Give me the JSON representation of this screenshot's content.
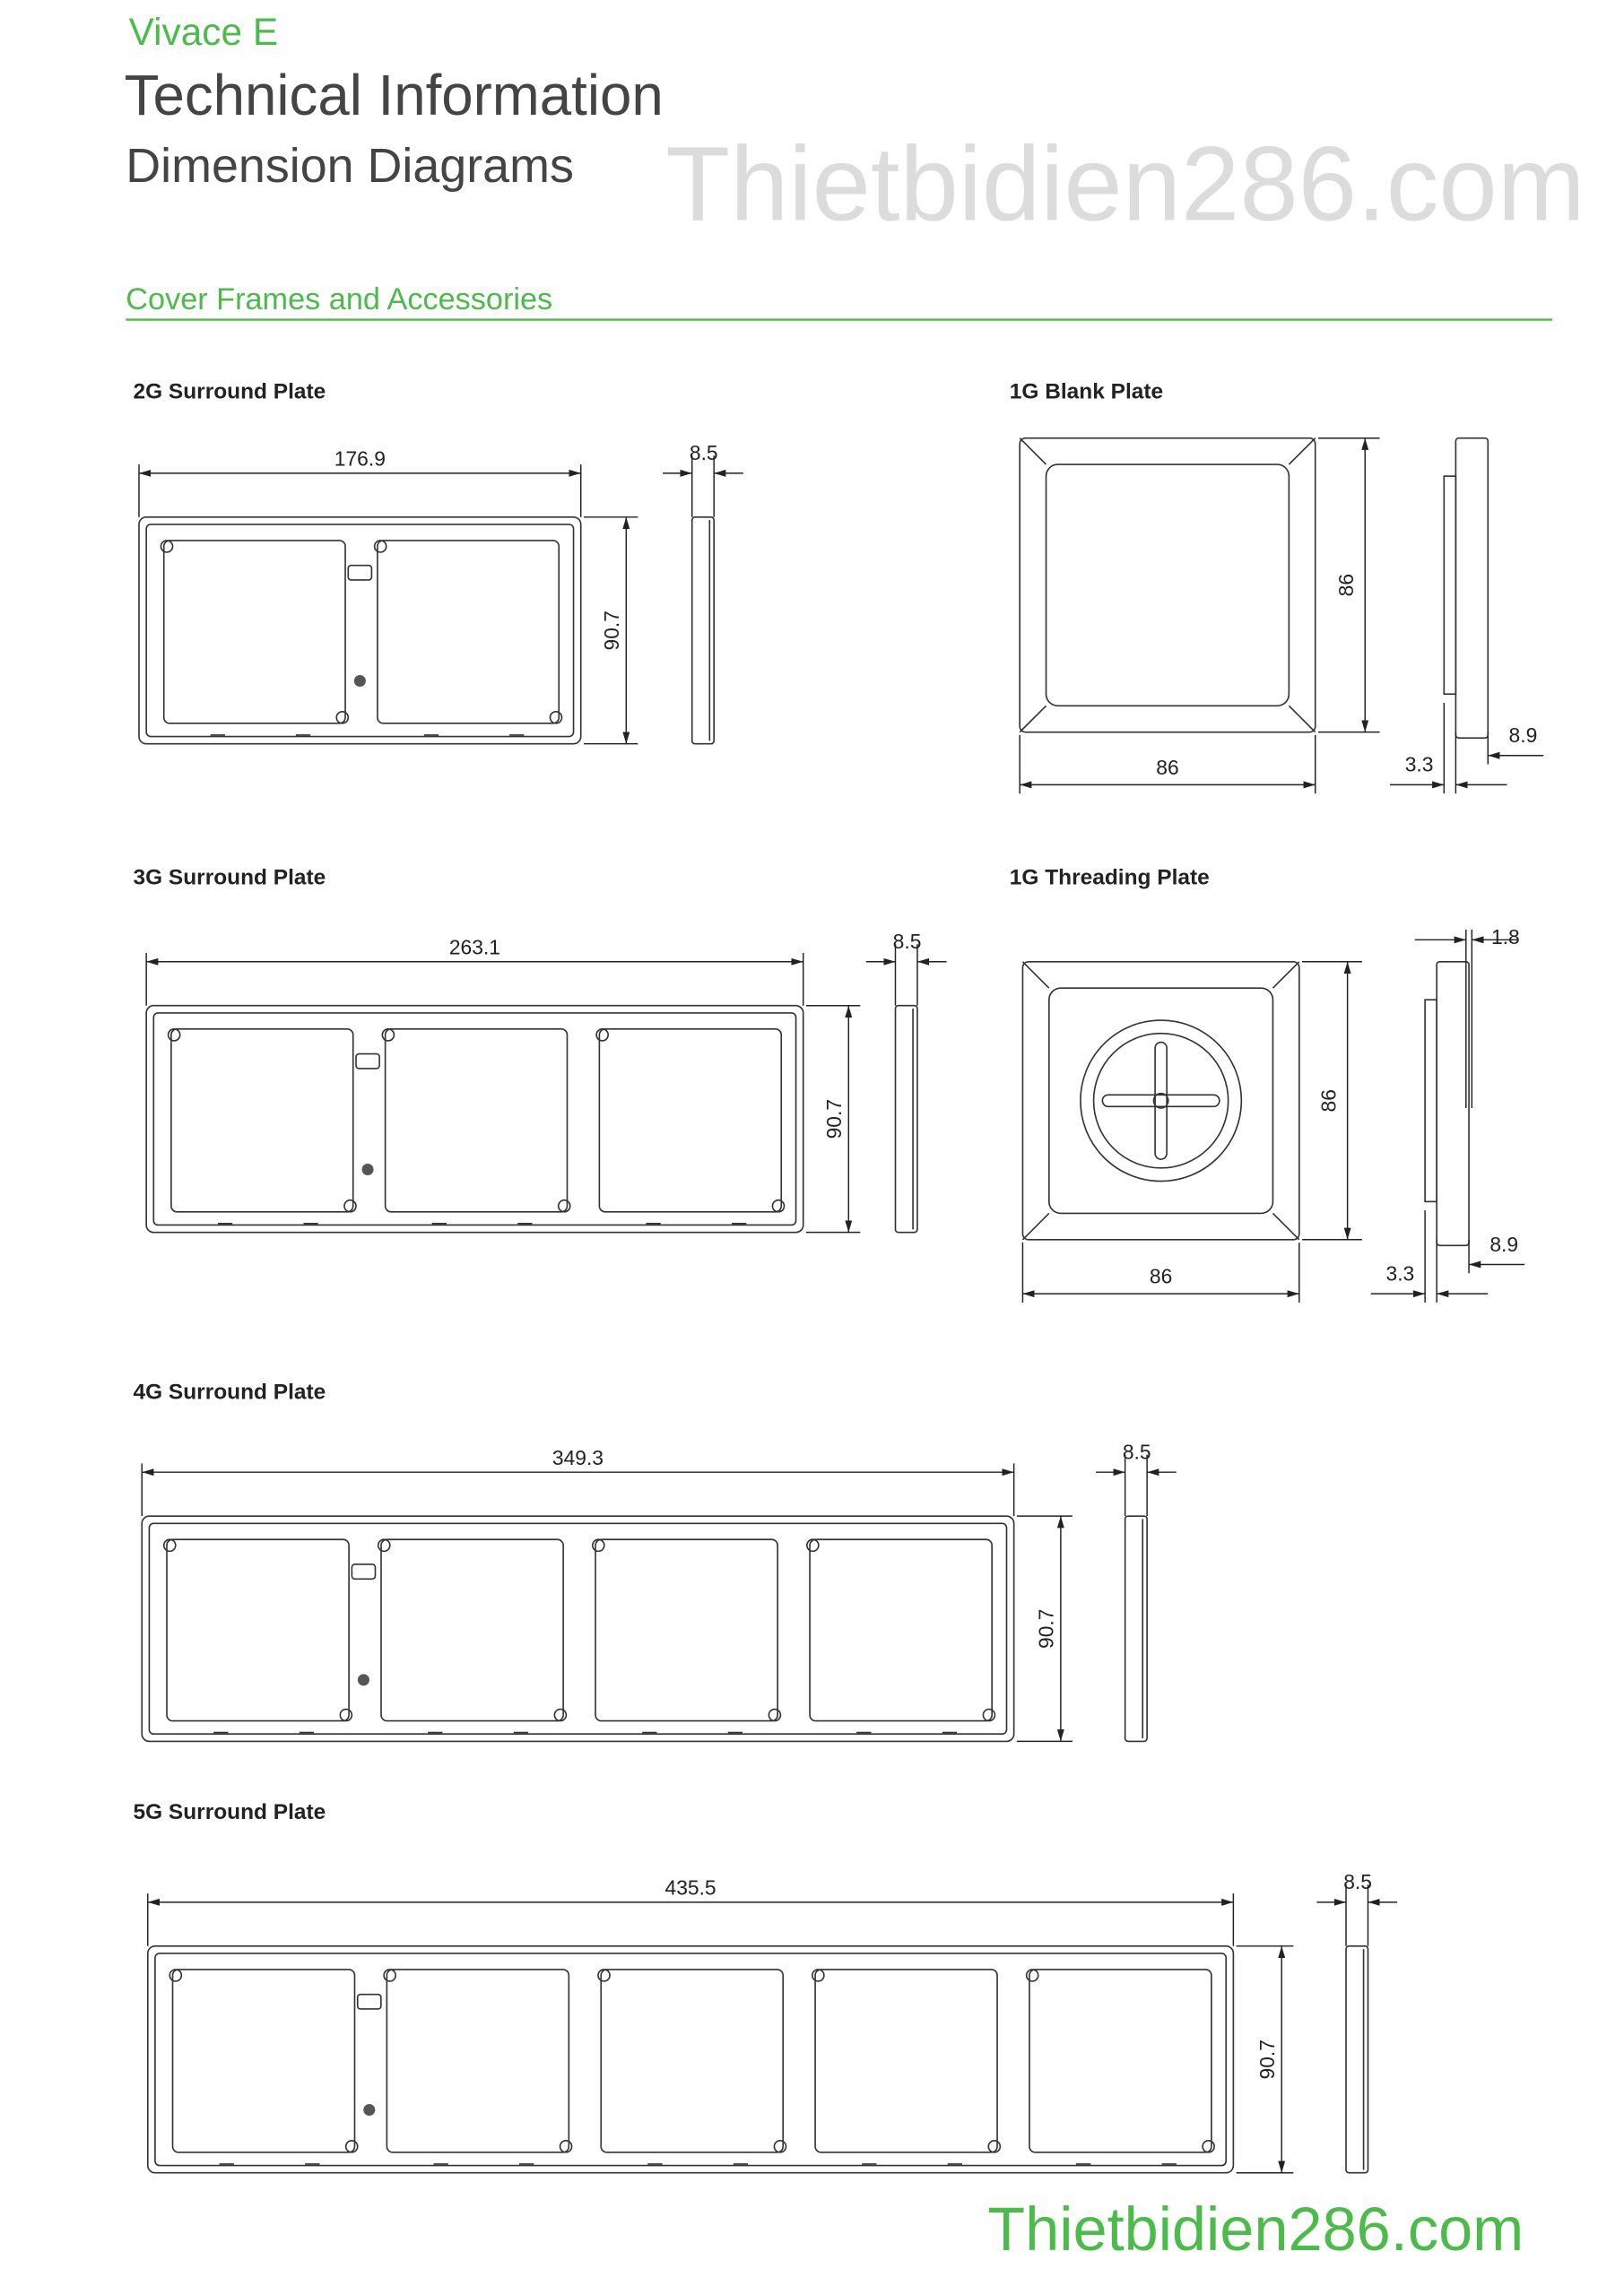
{
  "header": {
    "brand": "Vivace E",
    "title": "Technical Information",
    "subtitle": "Dimension Diagrams",
    "section": "Cover Frames and Accessories"
  },
  "colors": {
    "accent": "#4cbb4c",
    "line": "#333333",
    "watermark": "#d9d9d9"
  },
  "plates": [
    {
      "name": "2G Surround Plate",
      "gangs": 2,
      "width": "176.9",
      "height": "90.7",
      "depth": "8.5"
    },
    {
      "name": "3G Surround Plate",
      "gangs": 3,
      "width": "263.1",
      "height": "90.7",
      "depth": "8.5"
    },
    {
      "name": "4G Surround Plate",
      "gangs": 4,
      "width": "349.3",
      "height": "90.7",
      "depth": "8.5"
    },
    {
      "name": "5G Surround Plate",
      "gangs": 5,
      "width": "435.5",
      "height": "90.7",
      "depth": "8.5"
    }
  ],
  "blank": {
    "name": "1G Blank Plate",
    "width": "86",
    "height": "86",
    "back": "3.3",
    "depth": "8.9"
  },
  "threading": {
    "name": "1G Threading Plate",
    "width": "86",
    "height": "86",
    "back": "3.3",
    "depth": "8.9",
    "lip": "1.8"
  },
  "watermark": {
    "diagonal": "Thietbidien286.com",
    "footer": "Thietbidien286.com"
  }
}
